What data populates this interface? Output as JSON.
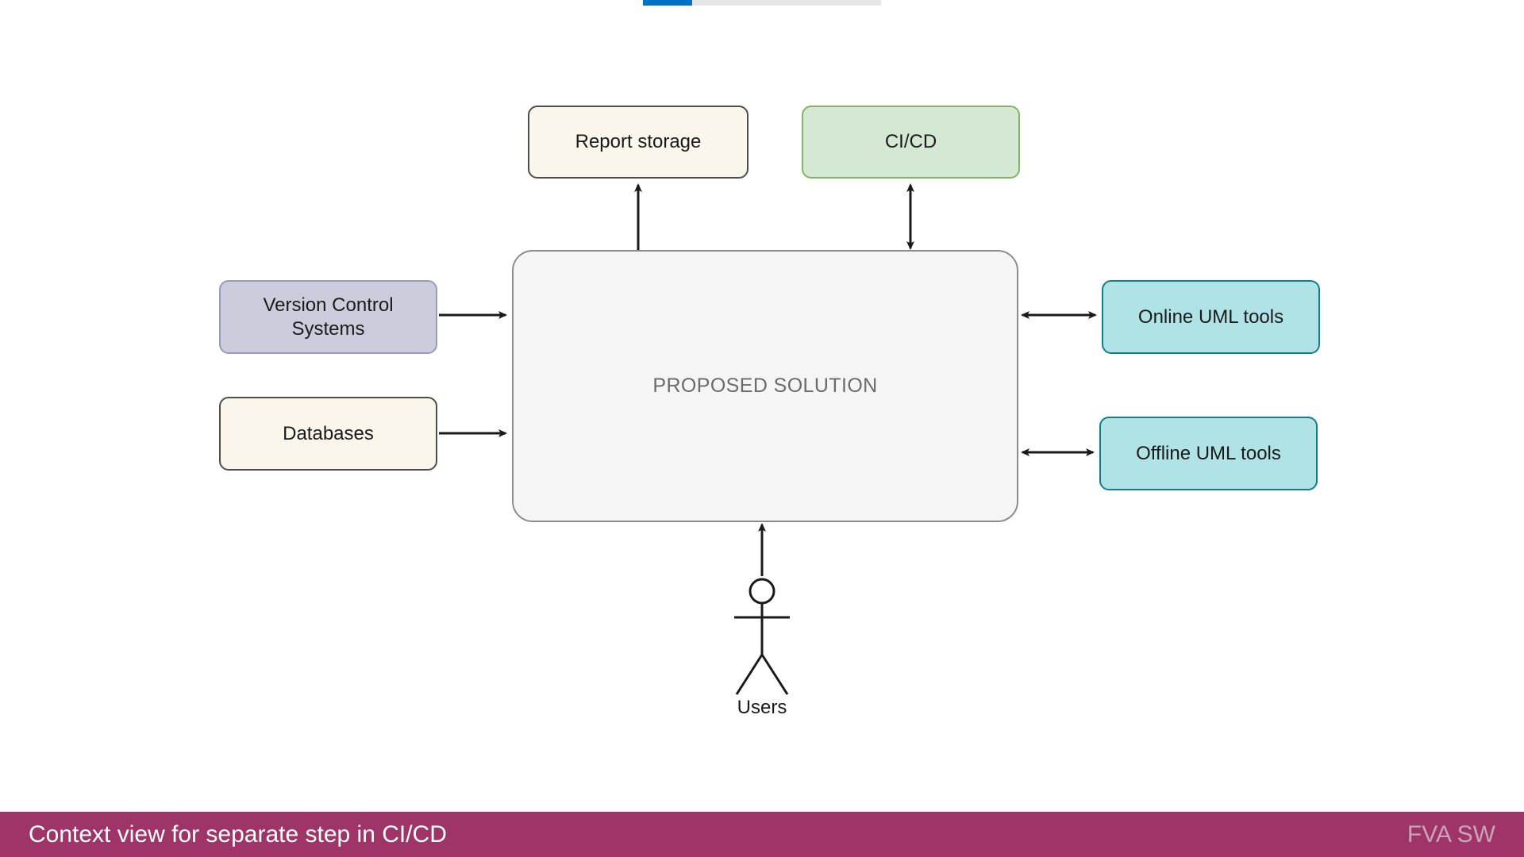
{
  "progress": {
    "name": "slide-progress-bar",
    "fill_color": "#0072c6",
    "track_color": "#e6e6e6",
    "percent": 21
  },
  "diagram": {
    "type": "context-diagram",
    "central_system": {
      "label": "PROPOSED SOLUTION",
      "fill": "#f5f5f5",
      "stroke": "#8c8c8c"
    },
    "nodes": [
      {
        "id": "report-storage",
        "label": "Report storage",
        "fill": "#faf6ec",
        "stroke": "#4d4d4d"
      },
      {
        "id": "cicd",
        "label": "CI/CD",
        "fill": "#d5e8d4",
        "stroke": "#82b366"
      },
      {
        "id": "version-control",
        "label": "Version Control\nSystems",
        "fill": "#ccccdd",
        "stroke": "#9999bb"
      },
      {
        "id": "databases",
        "label": "Databases",
        "fill": "#faf6ec",
        "stroke": "#4d4d4d"
      },
      {
        "id": "online-uml",
        "label": "Online UML tools",
        "fill": "#b0e3e6",
        "stroke": "#0e8088"
      },
      {
        "id": "offline-uml",
        "label": "Offline UML tools",
        "fill": "#b0e3e6",
        "stroke": "#0e8088"
      }
    ],
    "actor": {
      "id": "users",
      "label": "Users",
      "shape": "uml-stick-figure"
    },
    "edges": [
      {
        "from": "proposed-solution",
        "to": "report-storage",
        "direction": "one-way"
      },
      {
        "from": "proposed-solution",
        "to": "cicd",
        "direction": "bidirectional"
      },
      {
        "from": "version-control",
        "to": "proposed-solution",
        "direction": "one-way"
      },
      {
        "from": "databases",
        "to": "proposed-solution",
        "direction": "one-way"
      },
      {
        "from": "proposed-solution",
        "to": "online-uml",
        "direction": "bidirectional"
      },
      {
        "from": "proposed-solution",
        "to": "offline-uml",
        "direction": "bidirectional"
      },
      {
        "from": "users",
        "to": "proposed-solution",
        "direction": "one-way"
      }
    ]
  },
  "footer": {
    "title": "Context view for separate step in CI/CD",
    "brand": "FVA SW",
    "background": "#9e3468",
    "title_color": "#ffffff",
    "brand_color": "#c9a3b7"
  }
}
